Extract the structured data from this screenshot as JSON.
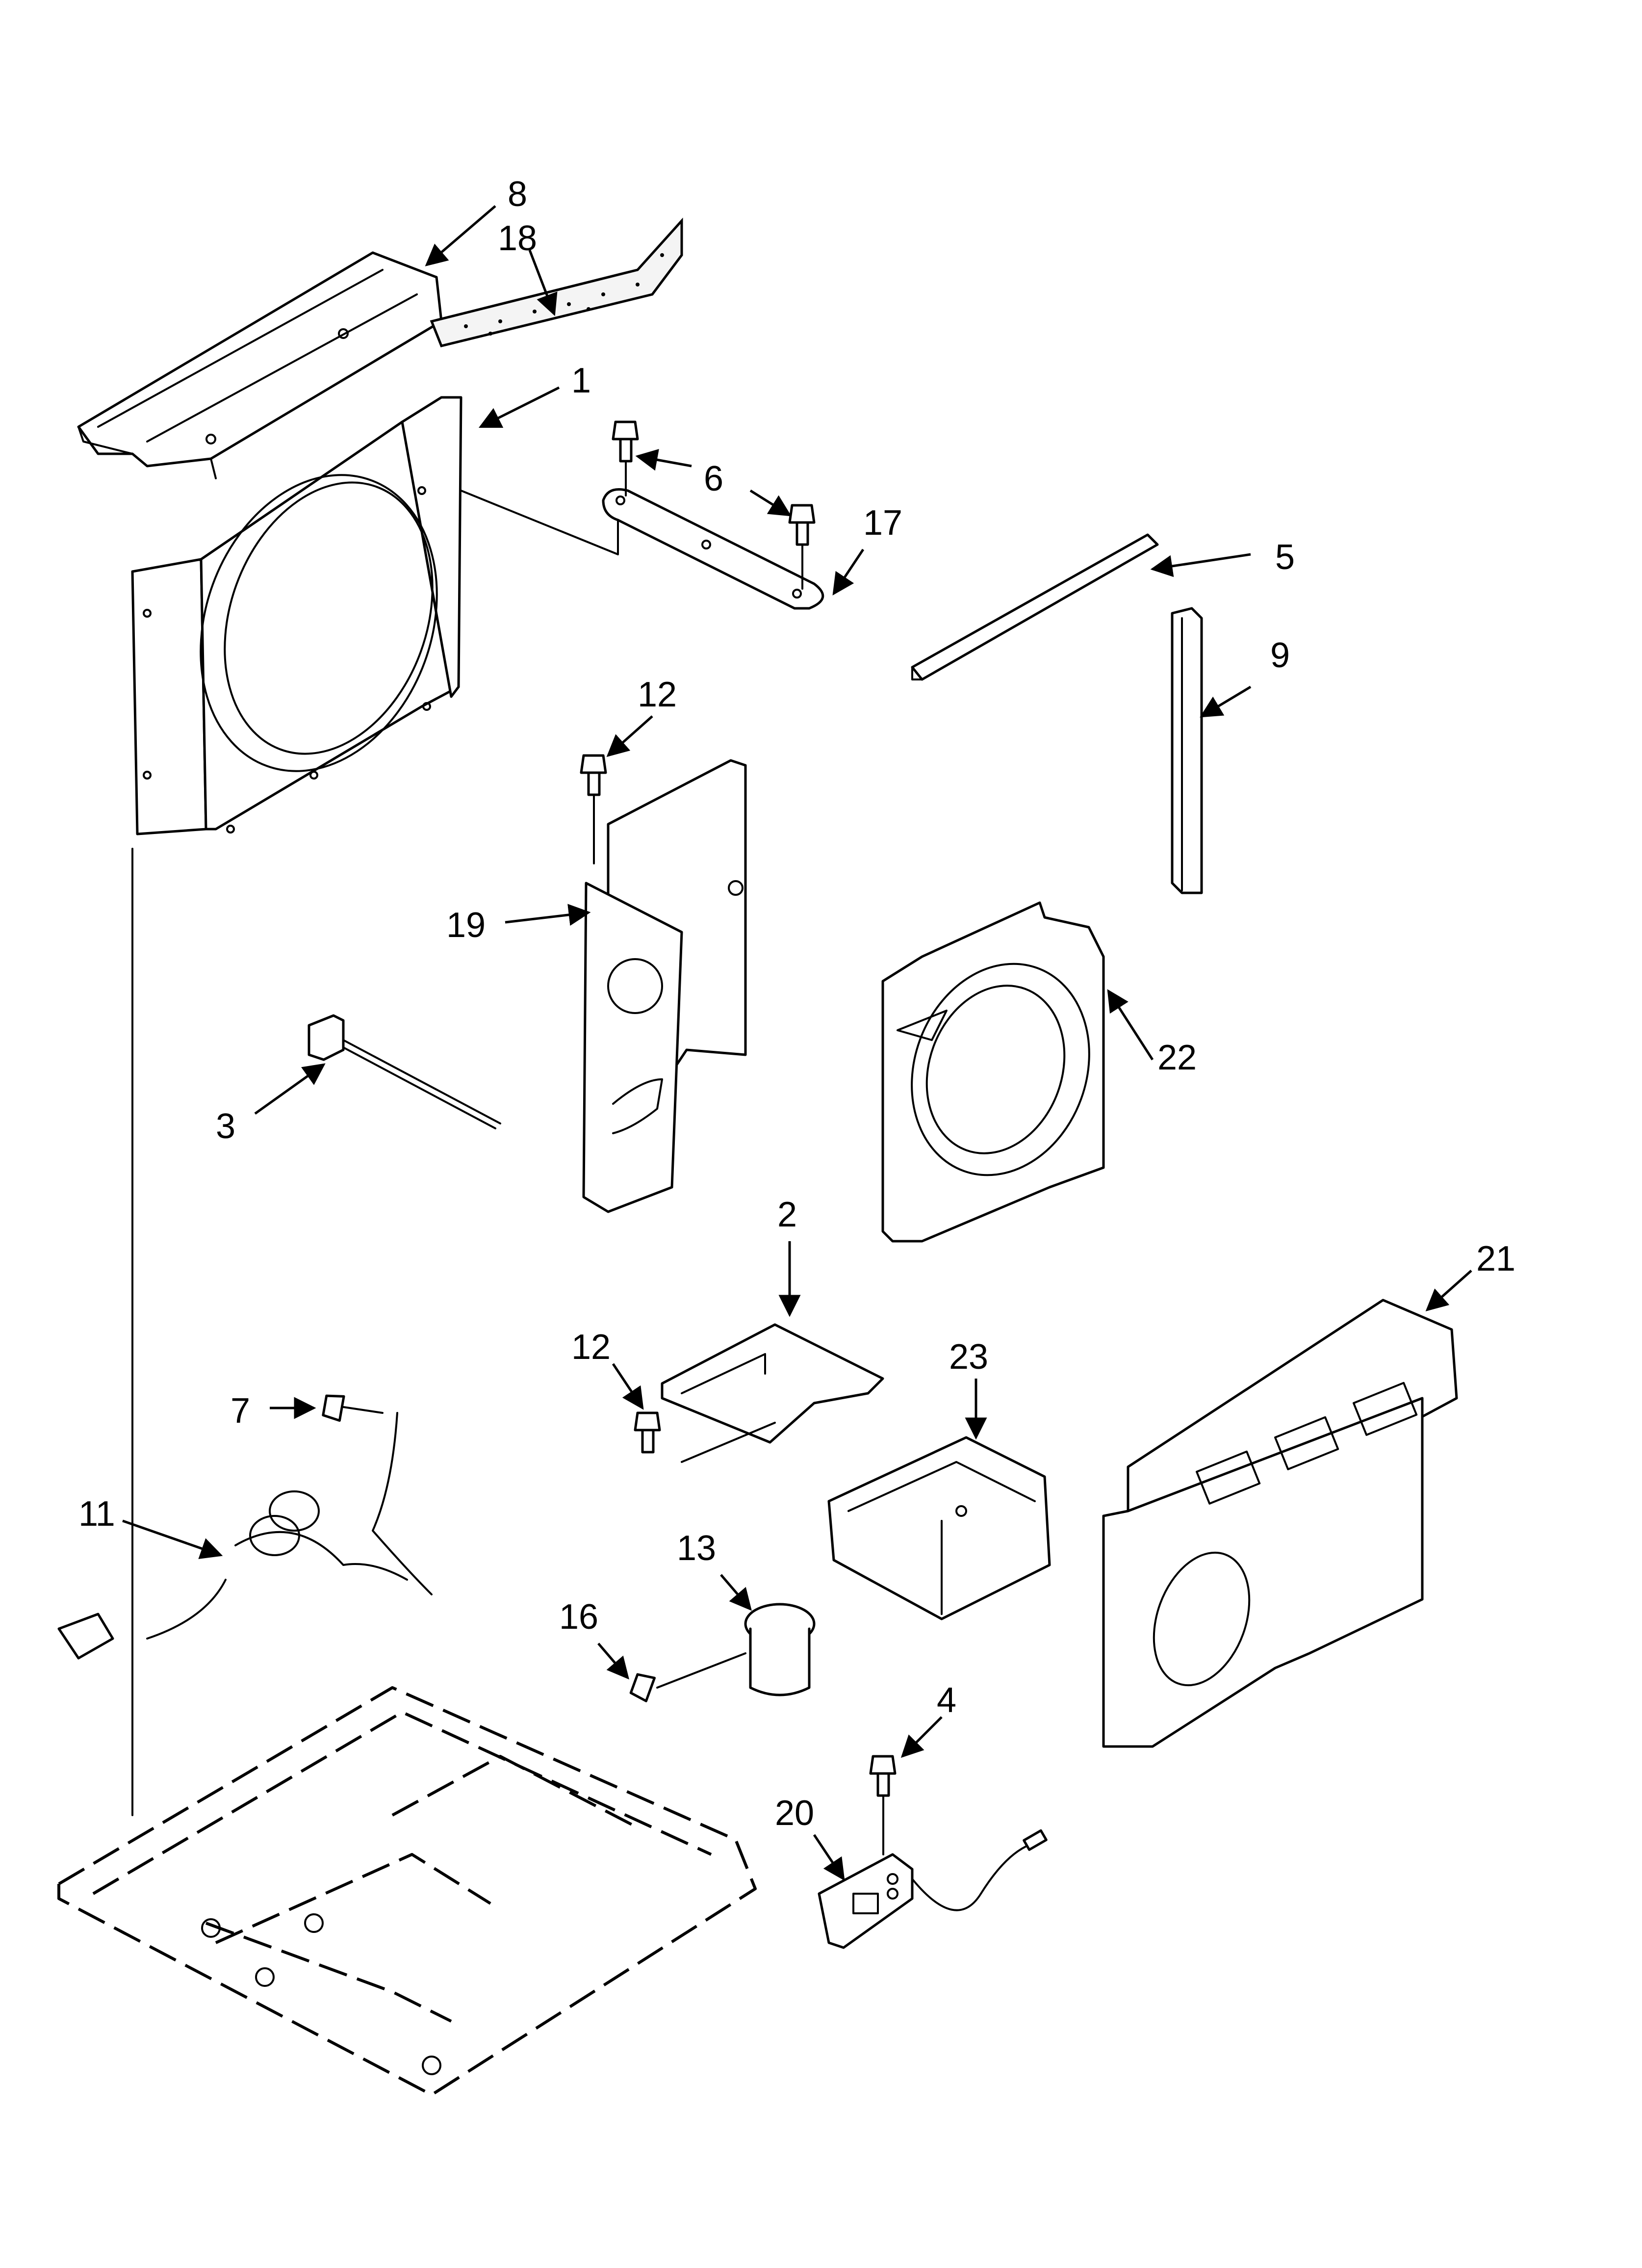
{
  "diagram": {
    "line_color": "#000000",
    "background": "#ffffff",
    "callouts": [
      "8",
      "18",
      "1",
      "6",
      "17",
      "5",
      "9",
      "12",
      "19",
      "3",
      "22",
      "2",
      "12",
      "23",
      "21",
      "7",
      "11",
      "13",
      "16",
      "4",
      "20"
    ]
  }
}
